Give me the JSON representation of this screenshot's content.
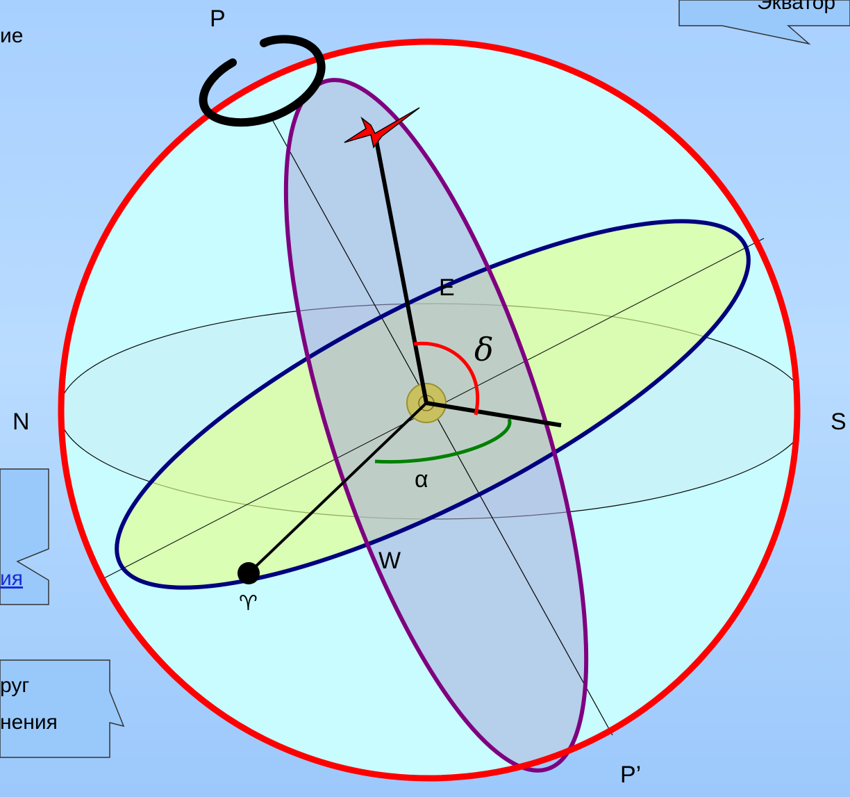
{
  "labels": {
    "pole_north": "P",
    "pole_south": "P’",
    "north": "N",
    "south": "S",
    "east": "E",
    "west": "W",
    "declination": "δ",
    "right_ascension": "α",
    "vernal_equinox": "♈"
  },
  "callouts": {
    "top_right_partial": "Экватор",
    "left_top_partial_1": "ие",
    "left_middle_link_partial": "ия",
    "bottom_left_partial_1": "руг",
    "bottom_left_partial_2": "нения"
  },
  "colors": {
    "celestial_sphere": "#ff0000",
    "equator_ring": "#00007f",
    "equator_fill": "#e2ff8c",
    "meridian_ring": "#7f007f",
    "meridian_fill": "#b2b2d8",
    "horizon_fill": "#c8f8ff",
    "right_ascension_arc": "#008000",
    "declination_arc": "#ff0000",
    "star": "#ff0000"
  }
}
